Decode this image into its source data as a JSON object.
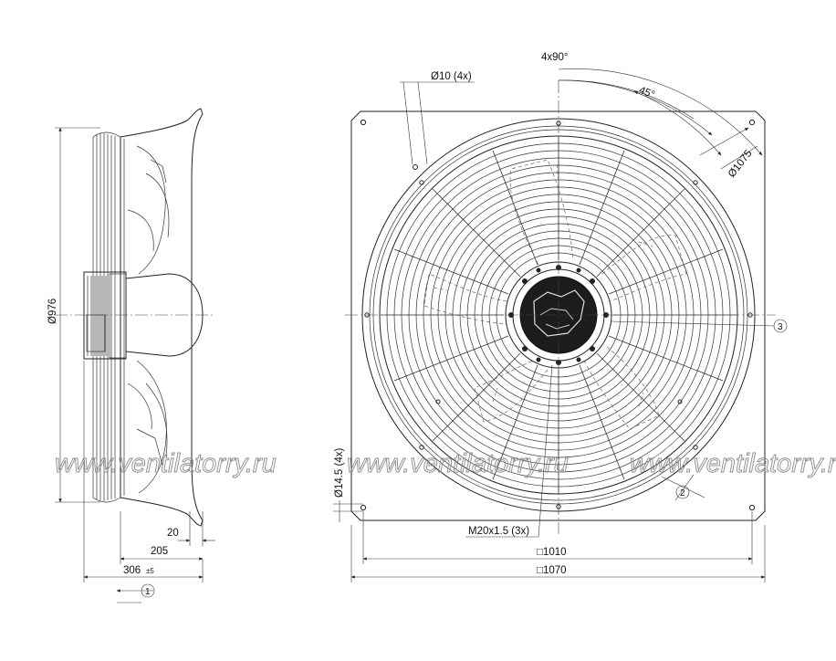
{
  "drawing": {
    "side_view": {
      "diameter_label": "Ø976",
      "dim_20": "20",
      "dim_205": "205",
      "dim_306": "306",
      "dim_306_tolerance": "±5",
      "airflow_marker": "1"
    },
    "front_view": {
      "angle_4x90": "4x90°",
      "angle_45": "45°",
      "hole_label": "Ø10 (4x)",
      "bolt_circle": "Ø1075",
      "mount_hole_label": "Ø14.5 (4x)",
      "cable_gland_label": "M20x1.5 (3x)",
      "dim_1010": "□1010",
      "dim_1070": "□1070",
      "callout_2": "2",
      "callout_3": "3"
    },
    "watermark": "www.ventilatorry.ru"
  }
}
